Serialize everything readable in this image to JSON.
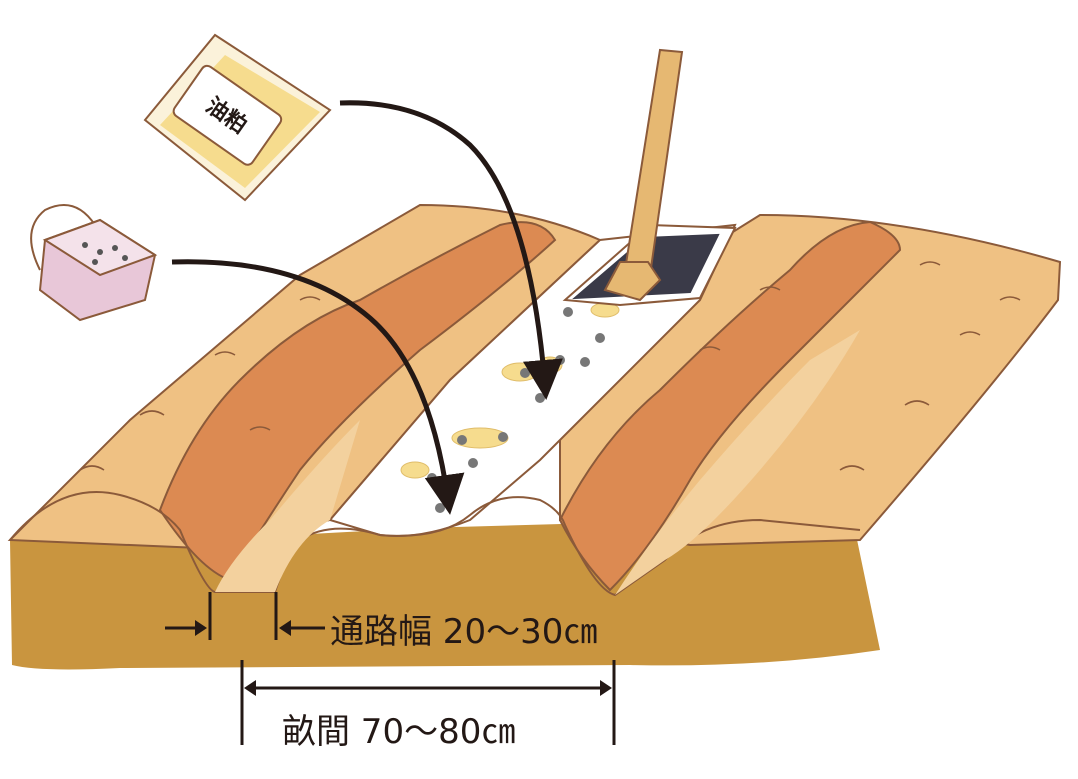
{
  "labels": {
    "oil_cake_bag": "油粕",
    "path_width": "通路幅 20〜30㎝",
    "bed_spacing": "畝間 70〜80㎝"
  },
  "colors": {
    "soil_side": "#c9953f",
    "bed_top": "#efc183",
    "bed_ridge": "#dc8a52",
    "furrow_fill": "#ffffff",
    "outline": "#8b5a3a",
    "arrow": "#231815",
    "oil_cake": "#f6dc8e",
    "fertilizer_dot": "#777777",
    "fertilizer_box": "#e8c7d8",
    "trowel_handle": "#e6b872",
    "trowel_blade": "#3a3a48"
  },
  "icons": [
    "oil-cake-bag-icon",
    "fertilizer-box-icon",
    "trowel-icon"
  ]
}
